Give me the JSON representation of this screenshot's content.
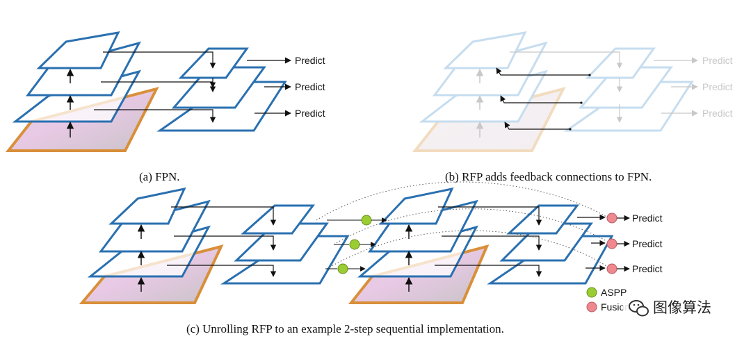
{
  "panel_a": {
    "caption": "(a) FPN.",
    "outputs": [
      "Predict",
      "Predict",
      "Predict"
    ]
  },
  "panel_b": {
    "caption": "(b) RFP adds feedback connections to FPN.",
    "outputs": [
      "Predict",
      "Predict",
      "Predict"
    ]
  },
  "panel_c": {
    "caption": "(c) Unrolling RFP to an example 2-step sequential implementation.",
    "outputs": [
      "Predict",
      "Predict",
      "Predict"
    ],
    "legend": [
      {
        "label": "ASPP",
        "color": "#9acd32"
      },
      {
        "label": "Fusion",
        "color": "#f0898f"
      }
    ]
  },
  "watermark": "图像算法",
  "colors": {
    "layer_stroke": "#2a70b0",
    "image_border": "#d98f3a",
    "faded_stroke": "#c6ddef"
  }
}
